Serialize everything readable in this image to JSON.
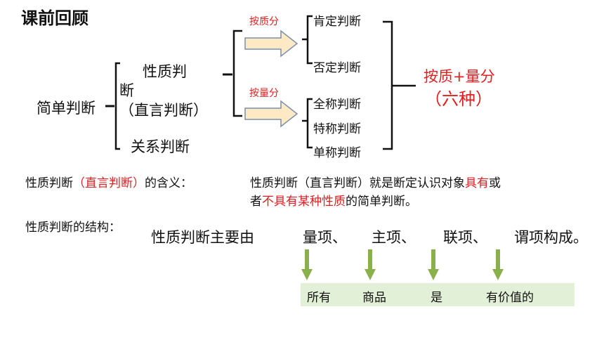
{
  "title": "课前回顾",
  "root": "简单判断",
  "branch_a": {
    "line1": "性质判",
    "line2": "断",
    "line3": "（直言判断）"
  },
  "branch_b": "关系判断",
  "arrow_quality": "按质分",
  "arrow_quantity": "按量分",
  "quality_items": [
    "肯定判断",
    "否定判断"
  ],
  "quantity_items": [
    "全称判断",
    "特称判断",
    "单称判断"
  ],
  "result": {
    "line1": "按质+量分",
    "line2": "（六种）"
  },
  "meaning": {
    "label_part1": "性质判断",
    "label_part2": "（直言判断）",
    "label_part3": "的含义：",
    "text_part1": "性质判断（直言判断）就是断定认识对象",
    "text_red1": "具有",
    "text_part2": "或",
    "text_part3": "者",
    "text_red2": "不具有某种性质",
    "text_part4": "的简单判断。"
  },
  "structure": {
    "label": "性质判断的结构：",
    "sentence": "性质判断主要由",
    "terms": [
      "量项、",
      "主项、",
      "联项、",
      "谓项构成。"
    ],
    "examples": [
      "所有",
      "商品",
      "是",
      "有价值的"
    ]
  },
  "colors": {
    "red": "#e02020",
    "arrow_green": "#8ab04a",
    "example_bg": "#e3f0d8",
    "arrow_fill": "#fde9c4",
    "arrow_stroke": "#7b8fb0"
  }
}
